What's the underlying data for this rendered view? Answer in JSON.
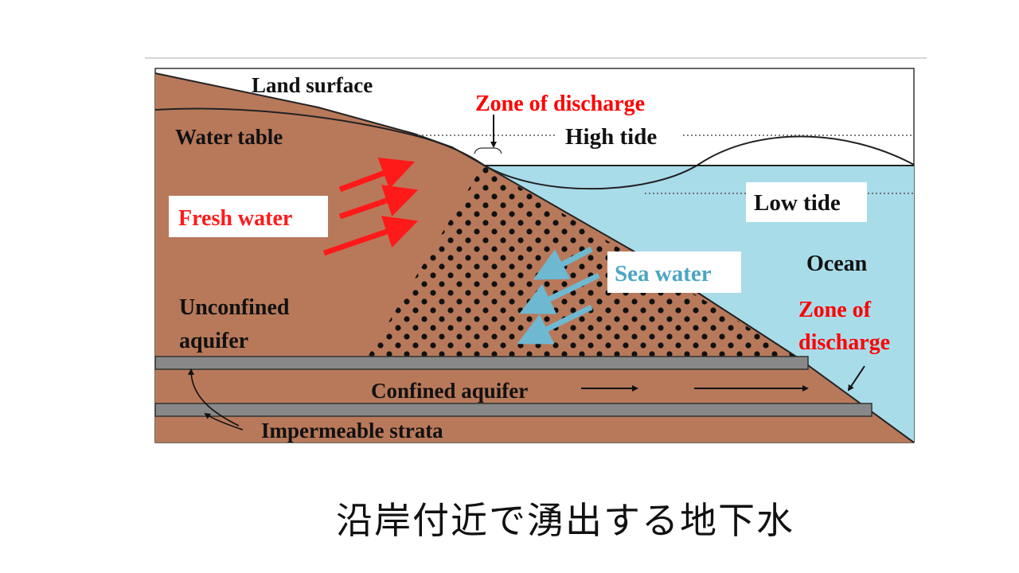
{
  "diagram": {
    "labels": {
      "land_surface": "Land surface",
      "water_table": "Water table",
      "zone_of_discharge_top": "Zone of discharge",
      "high_tide": "High tide",
      "low_tide": "Low tide",
      "fresh_water": "Fresh water",
      "sea_water": "Sea water",
      "ocean": "Ocean",
      "zone_of_discharge_line1": "Zone of",
      "zone_of_discharge_line2": "discharge",
      "unconfined_line1": "Unconfined",
      "unconfined_line2": "aquifer",
      "confined_aquifer": "Confined aquifer",
      "impermeable_strata": "Impermeable strata"
    },
    "colors": {
      "soil": "#b8795a",
      "ocean": "#a9dce9",
      "strata": "#888888",
      "fresh_arrow": "#ff1a1a",
      "sea_arrow": "#6fb8d1",
      "zone_text": "#ff0000",
      "sea_text": "#4aa6c3"
    }
  },
  "caption": "沿岸付近で湧出する地下水"
}
